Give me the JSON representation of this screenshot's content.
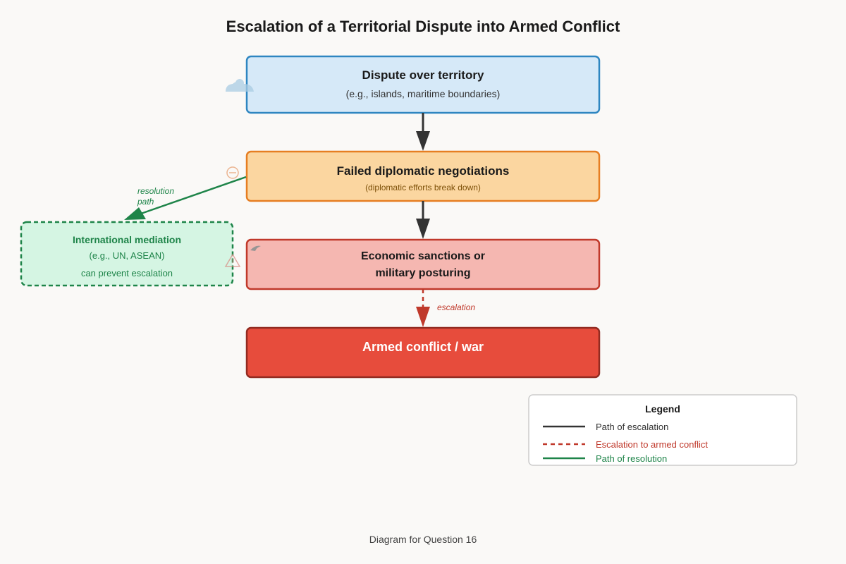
{
  "title": "Escalation of a Territorial Dispute into Armed Conflict",
  "nodes": {
    "dispute": {
      "title": "Dispute over territory",
      "subtitle": "(e.g., islands, maritime boundaries)"
    },
    "negotiations": {
      "title": "Failed diplomatic negotiations",
      "subtitle": "(diplomatic efforts break down)"
    },
    "sanctions": {
      "line1": "Economic sanctions or",
      "line2": "military posturing"
    },
    "war": {
      "title": "Armed conflict / war"
    },
    "mediation": {
      "title": "International mediation",
      "line1": "(e.g., UN, ASEAN)",
      "line2": "can prevent escalation"
    }
  },
  "edges": {
    "resolution_label_1": "resolution",
    "resolution_label_2": "path",
    "escalation_label": "escalation"
  },
  "legend": {
    "title": "Legend",
    "items": [
      {
        "label": "Path of escalation",
        "style": "solid",
        "color": "#333333"
      },
      {
        "label": "Escalation to armed conflict",
        "style": "dashed",
        "color": "#c0392b"
      },
      {
        "label": "Path of resolution",
        "style": "solid",
        "color": "#1e8449"
      }
    ]
  },
  "caption": "Diagram for Question 16",
  "colors": {
    "dispute_fill": "#d6e9f8",
    "dispute_stroke": "#2e86c1",
    "negotiations_fill": "#fbd6a0",
    "negotiations_stroke": "#e67e22",
    "sanctions_fill": "#f5b7b1",
    "sanctions_stroke": "#c0392b",
    "war_fill": "#e74c3c",
    "war_stroke": "#922b21",
    "mediation_fill": "#d5f5e3",
    "mediation_stroke": "#1e8449",
    "arrow": "#333333",
    "escalation": "#c0392b",
    "resolution": "#1e8449"
  },
  "icons": [
    "cloud-icon",
    "minus-circle-icon",
    "warning-triangle-icon",
    "bird-icon"
  ]
}
